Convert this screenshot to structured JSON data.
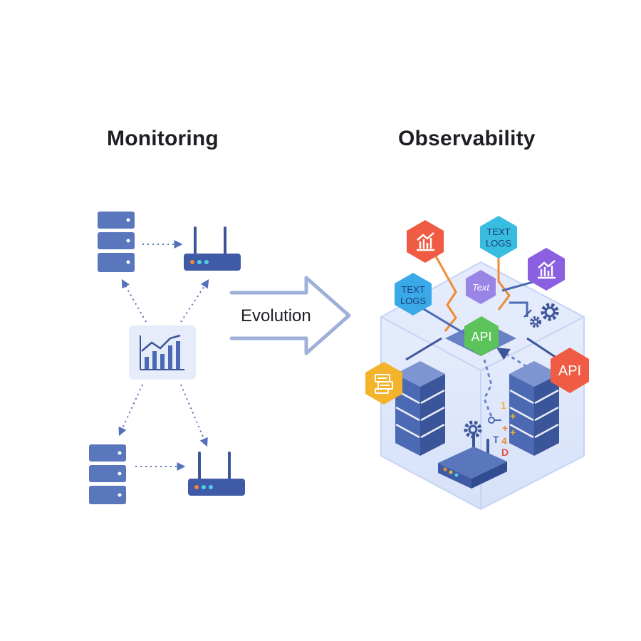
{
  "headings": {
    "left": "Monitoring",
    "right": "Observability"
  },
  "arrow": {
    "label": "Evolution"
  },
  "right_side": {
    "center_hex": {
      "label": "API",
      "color": "#5cc25a"
    },
    "api_hex": {
      "label": "API",
      "color": "#f05c43"
    },
    "logs_hex_left": {
      "line1": "TEXT",
      "line2": "LOGS",
      "color": "#3aa9e8"
    },
    "logs_hex_top": {
      "line1": "TEXT",
      "line2": "LOGS",
      "color": "#38bde0"
    },
    "text_hex": {
      "label": "Text",
      "color": "#9a84e6"
    },
    "chart_hex_red": {
      "icon": "bar-chart-icon",
      "color": "#f05c43"
    },
    "chart_hex_purple": {
      "icon": "bar-chart-icon",
      "color": "#8a5fe0"
    },
    "doc_hex": {
      "icon": "document-icon",
      "color": "#f3b32a"
    },
    "trace_glyphs": [
      "1",
      "+",
      "+",
      "+",
      "T",
      "4",
      "D"
    ]
  },
  "colors": {
    "server_blue": "#5470b8",
    "server_dark": "#3c5598",
    "panel_bg": "#e9eefb",
    "cube_face": "#dbe5fb",
    "arrow_outline": "#9fb0d9",
    "orange_line": "#f08a32"
  }
}
